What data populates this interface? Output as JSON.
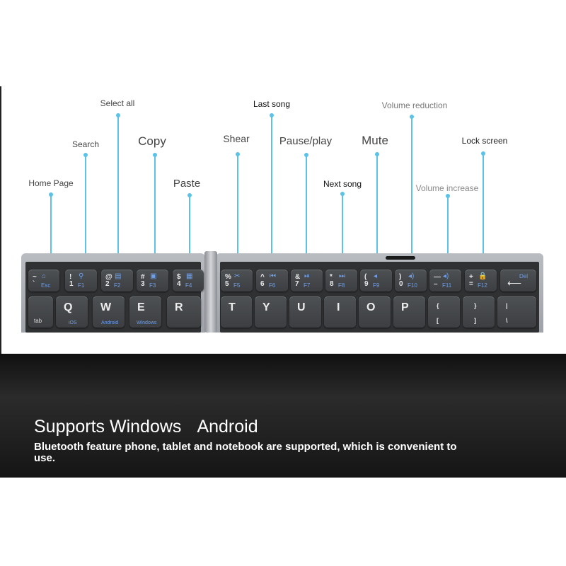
{
  "labels": [
    {
      "id": "home",
      "text": "Home Page"
    },
    {
      "id": "search",
      "text": "Search"
    },
    {
      "id": "select_all",
      "text": "Select all"
    },
    {
      "id": "copy",
      "text": "Copy"
    },
    {
      "id": "paste",
      "text": "Paste"
    },
    {
      "id": "shear",
      "text": "Shear"
    },
    {
      "id": "last_song",
      "text": "Last song"
    },
    {
      "id": "pause_play",
      "text": "Pause/play"
    },
    {
      "id": "next_song",
      "text": "Next song"
    },
    {
      "id": "mute",
      "text": "Mute"
    },
    {
      "id": "volume_reduction",
      "text": "Volume reduction"
    },
    {
      "id": "volume_increase",
      "text": "Volume increase"
    },
    {
      "id": "lock_screen",
      "text": "Lock screen"
    }
  ],
  "keyboard": {
    "fn_row": [
      {
        "top": "~",
        "bottom": "`",
        "icon": "⌂",
        "fn": "Esc"
      },
      {
        "top": "!",
        "bottom": "1",
        "icon": "⚲",
        "fn": "F1"
      },
      {
        "top": "@",
        "bottom": "2",
        "icon": "▤",
        "fn": "F2"
      },
      {
        "top": "#",
        "bottom": "3",
        "icon": "▣",
        "fn": "F3"
      },
      {
        "top": "$",
        "bottom": "4",
        "icon": "▦",
        "fn": "F4"
      },
      {
        "top": "%",
        "bottom": "5",
        "icon": "✂",
        "fn": "F5"
      },
      {
        "top": "^",
        "bottom": "6",
        "icon": "⏮",
        "fn": "F6"
      },
      {
        "top": "&",
        "bottom": "7",
        "icon": "⏯",
        "fn": "F7"
      },
      {
        "top": "*",
        "bottom": "8",
        "icon": "⏭",
        "fn": "F8"
      },
      {
        "top": "(",
        "bottom": "9",
        "icon": "◂",
        "fn": "F9"
      },
      {
        "top": ")",
        "bottom": "0",
        "icon": "◂)",
        "fn": "F10"
      },
      {
        "top": "—",
        "bottom": "–",
        "icon": "◂)",
        "fn": "F11"
      },
      {
        "top": "+",
        "bottom": "=",
        "icon": "🔒",
        "fn": "F12"
      },
      {
        "top": "Del",
        "bottom": "⟵",
        "icon": "",
        "fn": ""
      }
    ],
    "tab_key": {
      "label": "tab"
    },
    "letter_row": [
      {
        "main": "Q",
        "sub": "iOS"
      },
      {
        "main": "W",
        "sub": "Android"
      },
      {
        "main": "E",
        "sub": "Windows"
      },
      {
        "main": "R",
        "sub": ""
      },
      {
        "main": "T",
        "sub": ""
      },
      {
        "main": "Y",
        "sub": ""
      },
      {
        "main": "U",
        "sub": ""
      },
      {
        "main": "I",
        "sub": ""
      },
      {
        "main": "O",
        "sub": ""
      },
      {
        "main": "P",
        "sub": ""
      }
    ],
    "bracket_keys": [
      {
        "top": "{",
        "bottom": "["
      },
      {
        "top": "}",
        "bottom": "]"
      },
      {
        "top": "|",
        "bottom": "\\"
      }
    ]
  },
  "banner": {
    "title_1": "Supports Windows",
    "title_2": "Android",
    "description": "Bluetooth feature phone, tablet and notebook are supported, which is convenient to use."
  },
  "colors": {
    "callout_line": "#5bc2e8",
    "function_glyph": "#6f9ee6",
    "banner_text": "#ffffff"
  }
}
